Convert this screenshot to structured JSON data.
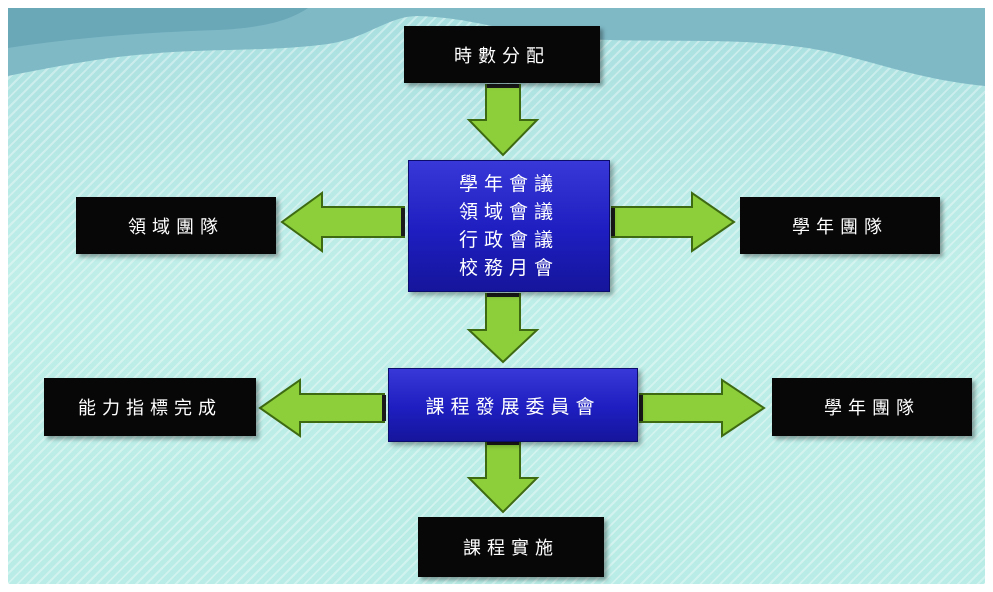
{
  "nodes": {
    "top": "時數分配",
    "center_lines": [
      "學年會議",
      "領域會議",
      "行政會議",
      "校務月會"
    ],
    "left_upper": "領域團隊",
    "right_upper": "學年團隊",
    "committee": "課程發展委員會",
    "left_lower": "能力指標完成",
    "right_lower": "學年團隊",
    "bottom": "課程實施"
  },
  "colors": {
    "arrow_fill": "#8ccf3a",
    "arrow_stroke": "#3e6a12",
    "black_box": "#070707",
    "blue_box": "#1e1ec0",
    "background": "#b9ece6"
  }
}
